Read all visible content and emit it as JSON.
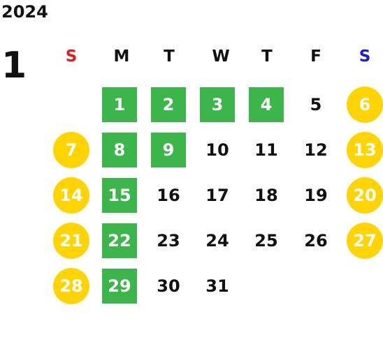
{
  "calendar": {
    "year": "2024",
    "month": "1",
    "weekdays": [
      {
        "label": "S",
        "color": "#e8191e"
      },
      {
        "label": "M",
        "color": "#111111"
      },
      {
        "label": "T",
        "color": "#111111"
      },
      {
        "label": "W",
        "color": "#111111"
      },
      {
        "label": "T",
        "color": "#111111"
      },
      {
        "label": "F",
        "color": "#111111"
      },
      {
        "label": "S",
        "color": "#1a1adf"
      }
    ],
    "start_weekday": 1,
    "days_in_month": 31,
    "highlight_colors": {
      "green": "#3cb54a",
      "weekend_circle": "#ffd400"
    },
    "green_days": [
      1,
      2,
      3,
      4,
      8,
      9,
      15,
      22,
      29
    ],
    "circle_days": [
      6,
      7,
      13,
      14,
      20,
      21,
      27,
      28
    ]
  }
}
